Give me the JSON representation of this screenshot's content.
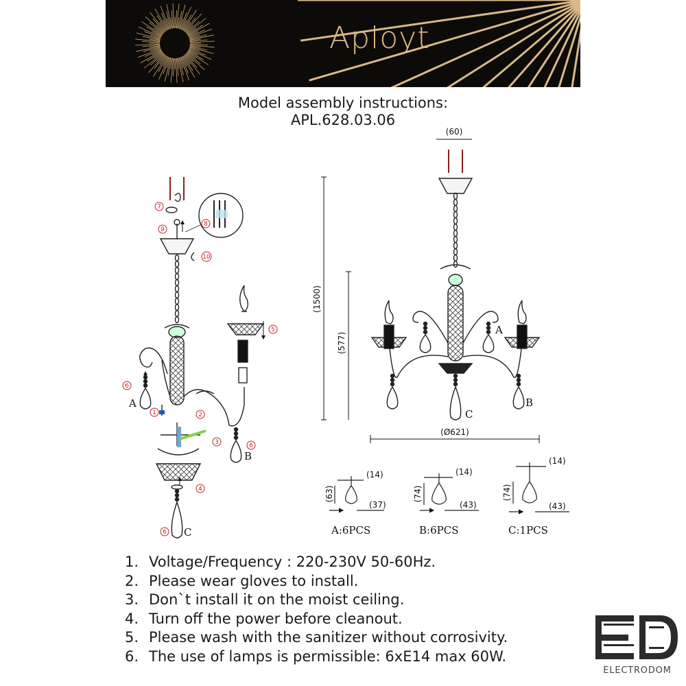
{
  "header": {
    "brand": "Aployt"
  },
  "title": {
    "line1": "Model assembly instructions:",
    "line2": "APL.628.03.06"
  },
  "dimensions": {
    "top_width": "(60)",
    "total_height": "(1500)",
    "body_height": "(577)",
    "diameter": "(Ø621)",
    "pendant_a": {
      "width": "(14)",
      "height": "(63)",
      "length": "(37)"
    },
    "pendant_b": {
      "width": "(14)",
      "height": "(74)",
      "length": "(43)"
    },
    "pendant_c": {
      "width": "(14)",
      "height": "(74)",
      "length": "(43)"
    }
  },
  "pendant_letters": {
    "a": "A",
    "b": "B",
    "c": "C"
  },
  "pendant_counts": {
    "a": "A:6PCS",
    "b": "B:6PCS",
    "c": "C:1PCS"
  },
  "step_numbers": [
    "1",
    "2",
    "3",
    "4",
    "5",
    "6",
    "7",
    "8",
    "9",
    "10"
  ],
  "notes": [
    {
      "n": "1.",
      "text": "Voltage/Frequency : 220-230V 50-60Hz."
    },
    {
      "n": "2.",
      "text": "Please wear gloves to install."
    },
    {
      "n": "3.",
      "text": "Don`t install it on the moist ceiling."
    },
    {
      "n": "4.",
      "text": "Turn off the power before cleanout."
    },
    {
      "n": "5.",
      "text": "Please wash with the sanitizer without corrosivity."
    },
    {
      "n": "6.",
      "text": "The use of lamps is permissible: 6xE14 max 60W."
    }
  ],
  "footer_logo": {
    "text": "ELECTRODOM"
  },
  "colors": {
    "banner": "#0d0b09",
    "gold": "#d9b98a",
    "step_red": "#c0262a"
  }
}
